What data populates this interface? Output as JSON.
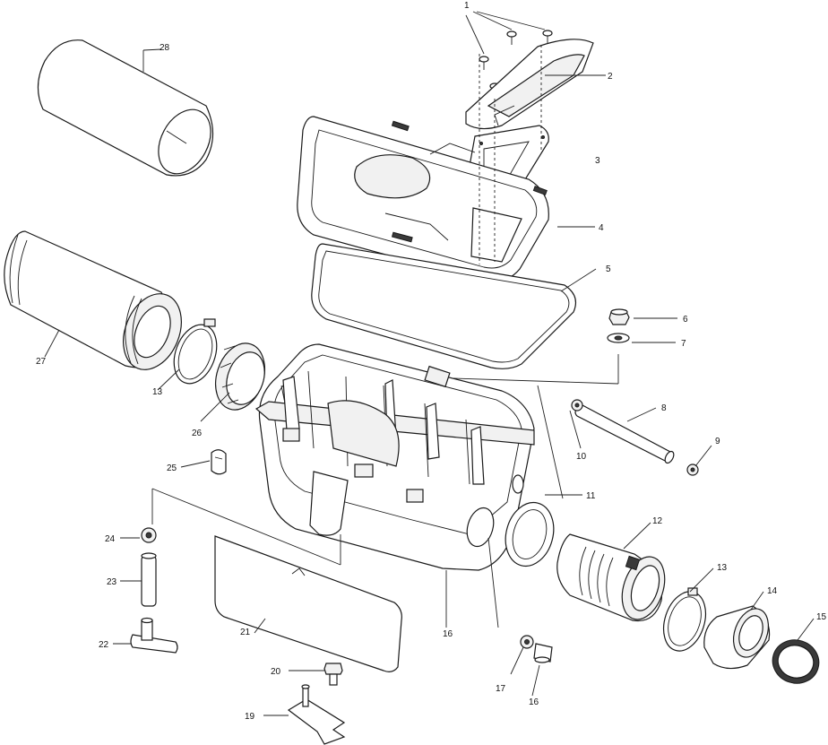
{
  "labels": [
    {
      "id": "1",
      "text": "1"
    },
    {
      "id": "2",
      "text": "2"
    },
    {
      "id": "3",
      "text": "3"
    },
    {
      "id": "4",
      "text": "4"
    },
    {
      "id": "5",
      "text": "5"
    },
    {
      "id": "6",
      "text": "6"
    },
    {
      "id": "7",
      "text": "7"
    },
    {
      "id": "8",
      "text": "8"
    },
    {
      "id": "9",
      "text": "9"
    },
    {
      "id": "10",
      "text": "10"
    },
    {
      "id": "11",
      "text": "11"
    },
    {
      "id": "12",
      "text": "12"
    },
    {
      "id": "13a",
      "text": "13"
    },
    {
      "id": "13b",
      "text": "13"
    },
    {
      "id": "14",
      "text": "14"
    },
    {
      "id": "15",
      "text": "15"
    },
    {
      "id": "16a",
      "text": "16"
    },
    {
      "id": "16b",
      "text": "16"
    },
    {
      "id": "17",
      "text": "17"
    },
    {
      "id": "19",
      "text": "19"
    },
    {
      "id": "20",
      "text": "20"
    },
    {
      "id": "21",
      "text": "21"
    },
    {
      "id": "22",
      "text": "22"
    },
    {
      "id": "23",
      "text": "23"
    },
    {
      "id": "24",
      "text": "24"
    },
    {
      "id": "25",
      "text": "25"
    },
    {
      "id": "26",
      "text": "26"
    },
    {
      "id": "27",
      "text": "27"
    },
    {
      "id": "28",
      "text": "28"
    }
  ]
}
